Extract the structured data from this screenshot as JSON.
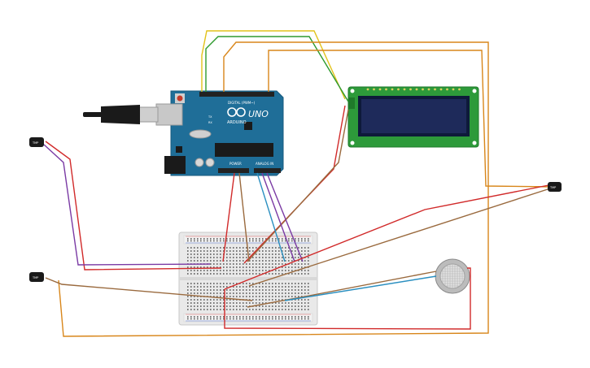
{
  "arduino": {
    "brand": "ARDUINO",
    "model": "UNO",
    "digital_header": "DIGITAL (PWM~)",
    "power_header": "POWER",
    "analog_header": "ANALOG IN",
    "tx": "TX",
    "rx": "RX",
    "board_color": "#1f6e98"
  },
  "sensors": {
    "temp_label": "TMP"
  },
  "colors": {
    "wire_red": "#d12a2a",
    "wire_orange": "#d8861a",
    "wire_yellow": "#e2c21a",
    "wire_green": "#2e9a2e",
    "wire_brown": "#9a6a3e",
    "wire_purple": "#7a3aa4",
    "wire_blue": "#2a8fc0",
    "lcd_pcb": "#2d9a3a",
    "lcd_screen": "#1e2a5a"
  }
}
